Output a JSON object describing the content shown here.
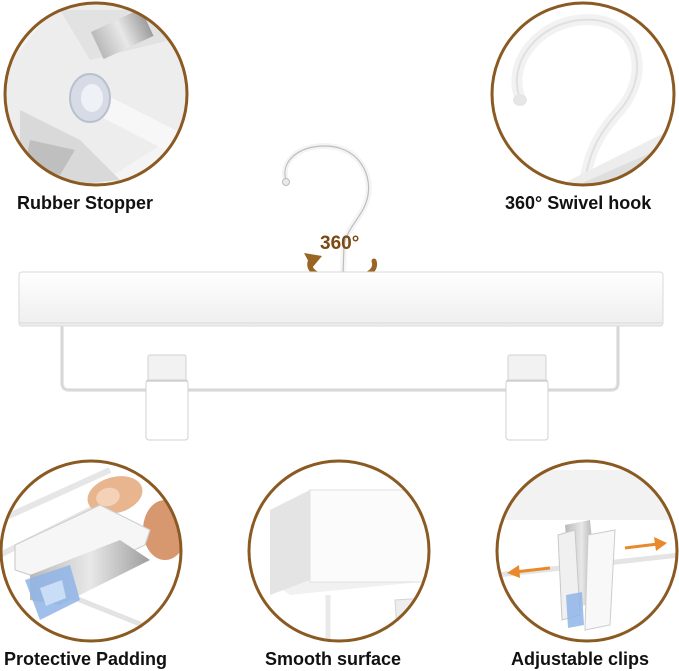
{
  "features": {
    "rubber_stopper": "Rubber Stopper",
    "swivel_hook": "360° Swivel hook",
    "protective_padding": "Protective Padding",
    "smooth_surface": "Smooth surface",
    "adjustable_clips": "Adjustable clips"
  },
  "rotation_badge": "360°",
  "colors": {
    "circle_border": "#8a5a22",
    "arrow_orange": "#e8892b",
    "rotation_brown": "#9a6424"
  }
}
